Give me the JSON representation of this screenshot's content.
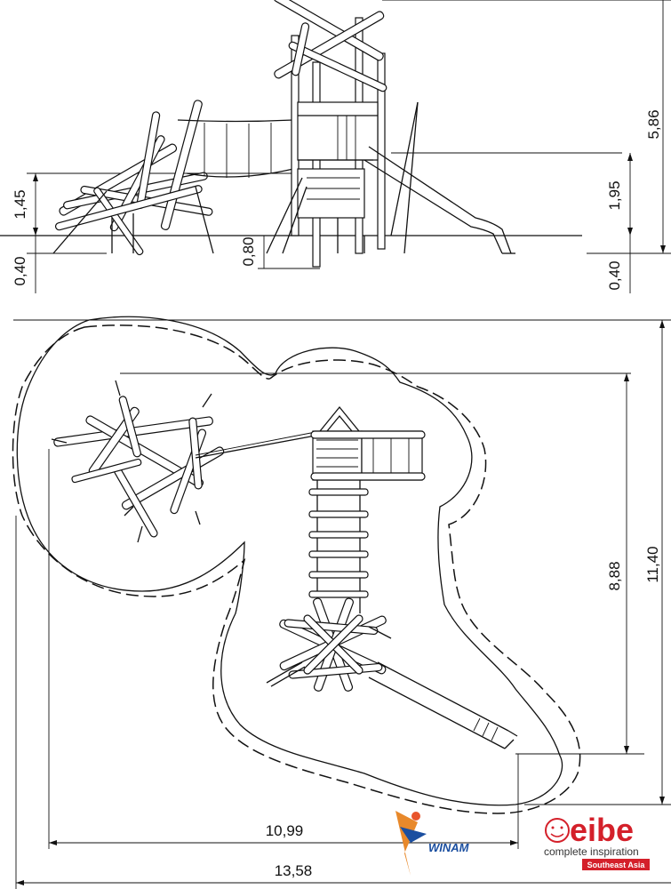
{
  "elevation": {
    "dims": {
      "left_platform": "1,45",
      "left_depth": "0,40",
      "pole_depth": "0,80",
      "total_height": "5,86",
      "slide_platform": "1,95",
      "right_depth": "0,40"
    }
  },
  "plan": {
    "dims": {
      "inner_length": "10,99",
      "total_length": "13,58",
      "inner_width": "8,88",
      "total_width": "11,40"
    }
  },
  "logos": {
    "winam": {
      "text": "WINAM",
      "color": "#1b4fa0"
    },
    "eibe": {
      "name": "eibe",
      "tagline": "complete inspiration",
      "badge": "Southeast Asia",
      "color": "#d4202a"
    }
  }
}
